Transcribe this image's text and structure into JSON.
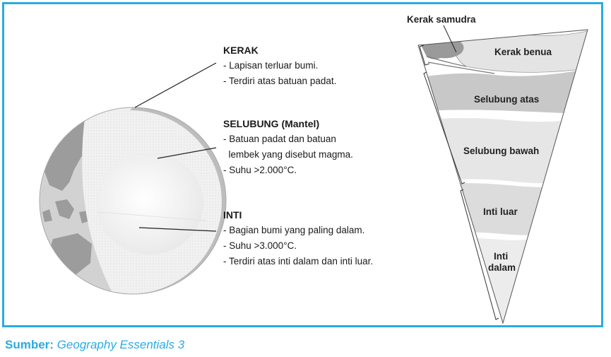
{
  "layers": [
    {
      "title": "KERAK",
      "lines": [
        "- Lapisan terluar bumi.",
        "- Terdiri atas batuan padat."
      ]
    },
    {
      "title": "SELUBUNG (Mantel)",
      "lines": [
        "- Batuan padat dan batuan",
        "  lembek yang disebut magma.",
        "- Suhu >2.000°C."
      ]
    },
    {
      "title": "INTI",
      "lines": [
        "- Bagian bumi yang paling dalam.",
        "- Suhu >3.000°C.",
        "- Terdiri atas inti dalam dan inti luar."
      ]
    }
  ],
  "wedge_labels": {
    "oceanic_crust": "Kerak samudra",
    "continental_crust": "Kerak benua",
    "upper_mantle": "Selubung atas",
    "lower_mantle": "Selubung bawah",
    "outer_core": "Inti luar",
    "inner_core_1": "Inti",
    "inner_core_2": "dalam"
  },
  "source": {
    "label": "Sumber:",
    "value": "Geography Essentials 3"
  },
  "colors": {
    "frame": "#29abe2",
    "source_text": "#29abe2"
  }
}
